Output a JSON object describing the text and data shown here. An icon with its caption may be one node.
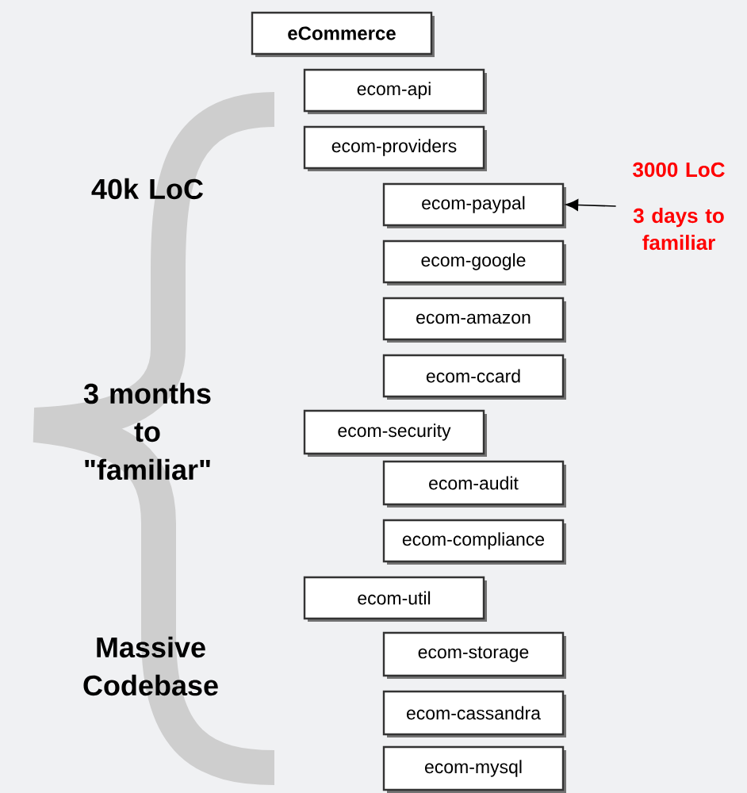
{
  "diagram": {
    "nodes": [
      {
        "text": [
          "eCommerce"
        ]
      },
      {
        "text": [
          "ecom-api"
        ]
      },
      {
        "text": [
          "ecom-providers"
        ]
      },
      {
        "text": [
          "ecom-paypal"
        ]
      },
      {
        "text": [
          "ecom-google"
        ]
      },
      {
        "text": [
          "ecom-amazon"
        ]
      },
      {
        "text": [
          "ecom-ccard"
        ]
      },
      {
        "text": [
          "ecom-security"
        ]
      },
      {
        "text": [
          "ecom-audit"
        ]
      },
      {
        "text": [
          "ecom-compliance"
        ]
      },
      {
        "text": [
          "ecom-util"
        ]
      },
      {
        "text": [
          "ecom-storage"
        ]
      },
      {
        "text": [
          "ecom-cassandra"
        ]
      },
      {
        "text": [
          "ecom-mysql"
        ]
      },
      {
        "text": [
          "3000 LoC",
          "3 days to familiar"
        ]
      }
    ],
    "edges": [
      {
        "from": 14,
        "to": 3,
        "arrow": "to"
      }
    ],
    "labels": [
      "40k LoC",
      "3 months to \"familiar\"",
      "Massive Codebase"
    ]
  }
}
